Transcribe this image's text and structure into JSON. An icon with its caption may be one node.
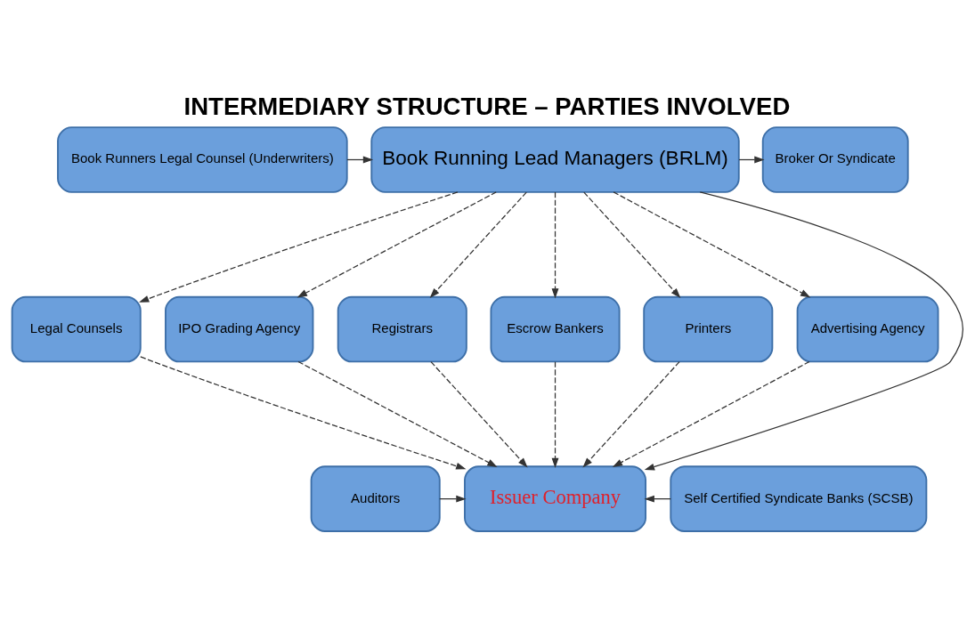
{
  "diagram": {
    "title": "INTERMEDIARY STRUCTURE – PARTIES INVOLVED",
    "nodes": [
      {
        "text": [
          "Book Runners Legal Counsel (Underwriters)"
        ]
      },
      {
        "text": [
          "Book Running Lead Managers (BRLM)"
        ]
      },
      {
        "text": [
          "Broker Or Syndicate"
        ]
      },
      {
        "text": [
          "Legal Counsels"
        ]
      },
      {
        "text": [
          "IPO Grading Agency"
        ]
      },
      {
        "text": [
          "Registrars"
        ]
      },
      {
        "text": [
          "Escrow Bankers"
        ]
      },
      {
        "text": [
          "Printers"
        ]
      },
      {
        "text": [
          "Advertising Agency"
        ]
      },
      {
        "text": [
          "Auditors"
        ]
      },
      {
        "text": [
          "Issuer Company"
        ]
      },
      {
        "text": [
          "Self Certified Syndicate Banks (SCSB)"
        ]
      }
    ],
    "edges": [
      {
        "from": 0,
        "to": 1,
        "arrow": "to"
      },
      {
        "from": 1,
        "to": 2,
        "arrow": "to"
      },
      {
        "from": 1,
        "to": 3,
        "arrow": "to",
        "style": "dashed"
      },
      {
        "from": 1,
        "to": 4,
        "arrow": "to",
        "style": "dashed"
      },
      {
        "from": 1,
        "to": 5,
        "arrow": "to",
        "style": "dashed"
      },
      {
        "from": 1,
        "to": 6,
        "arrow": "to",
        "style": "dashed"
      },
      {
        "from": 1,
        "to": 7,
        "arrow": "to",
        "style": "dashed"
      },
      {
        "from": 1,
        "to": 8,
        "arrow": "to",
        "style": "dashed"
      },
      {
        "from": 1,
        "to": 10,
        "arrow": "to"
      },
      {
        "from": 3,
        "to": 10,
        "arrow": "to",
        "style": "dashed"
      },
      {
        "from": 4,
        "to": 10,
        "arrow": "to",
        "style": "dashed"
      },
      {
        "from": 5,
        "to": 10,
        "arrow": "to",
        "style": "dashed"
      },
      {
        "from": 6,
        "to": 10,
        "arrow": "to",
        "style": "dashed"
      },
      {
        "from": 7,
        "to": 10,
        "arrow": "to",
        "style": "dashed"
      },
      {
        "from": 8,
        "to": 10,
        "arrow": "to",
        "style": "dashed"
      },
      {
        "from": 9,
        "to": 10,
        "arrow": "to"
      },
      {
        "from": 11,
        "to": 10,
        "arrow": "to"
      }
    ]
  }
}
